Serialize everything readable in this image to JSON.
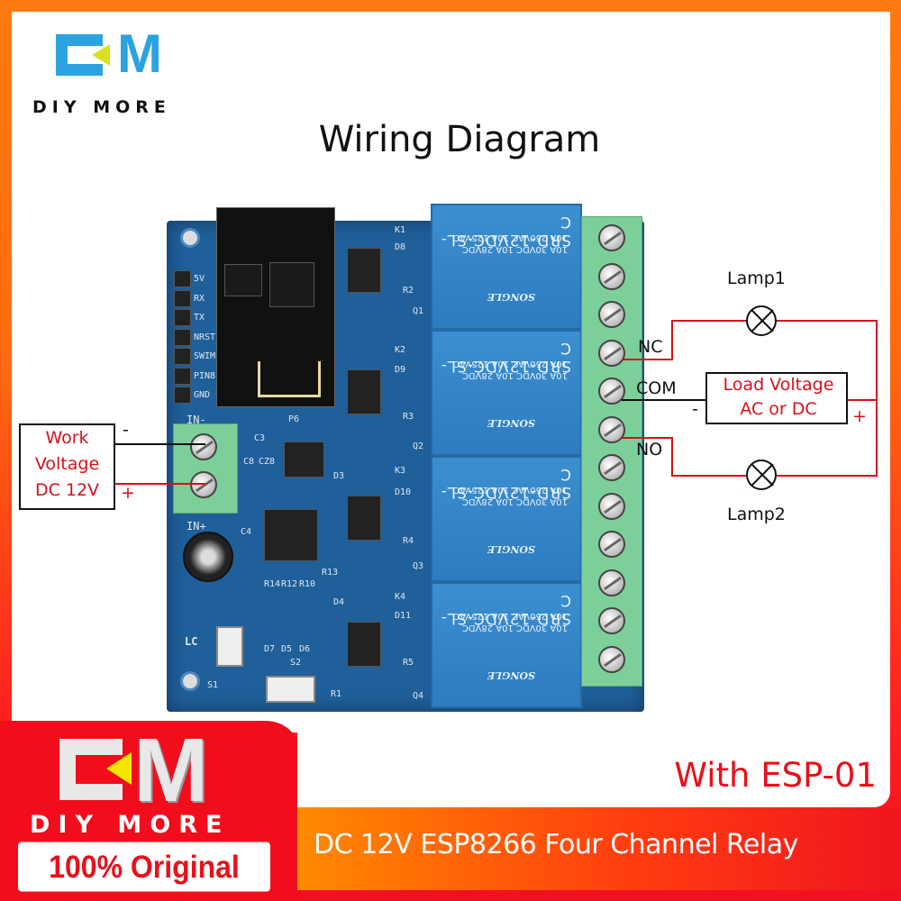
{
  "brand": {
    "logo_letters": "DM",
    "name": "DIY MORE",
    "badge": "100% Original"
  },
  "title": "Wiring Diagram",
  "wiring": {
    "lamp1": "Lamp1",
    "lamp2": "Lamp2",
    "nc": "NC",
    "com": "COM",
    "no": "NO",
    "load_line1": "Load Voltage",
    "load_line2": "AC or DC",
    "load_minus": "-",
    "load_plus": "+",
    "work_line1": "Work",
    "work_line2": "Voltage",
    "work_line3": "DC 12V",
    "work_minus": "-",
    "work_plus": "+"
  },
  "relay": {
    "model": "SRD-12VDC-SL-C",
    "rating1": "10A 250VAC 10A 125VAC",
    "rating2": "10A 30VDC 10A 28VDC",
    "maker": "SONGLE"
  },
  "board": {
    "header_pins": [
      "5V",
      "RX",
      "TX",
      "NRST",
      "SWIM",
      "PIN8",
      "GND"
    ],
    "silkscreen": {
      "k1": "K1",
      "k2": "K2",
      "k3": "K3",
      "k4": "K4",
      "d8": "D8",
      "d9": "D9",
      "d10": "D10",
      "d11": "D11",
      "q1": "Q1",
      "q2": "Q2",
      "q3": "Q3",
      "q4": "Q4",
      "r2": "R2",
      "r3": "R3",
      "r4": "R4",
      "r5": "R5",
      "p6": "P6",
      "c3": "C3",
      "c4": "C4",
      "c8": "C8",
      "cz8": "CZ8",
      "in_minus": "IN-",
      "in_plus": "IN+",
      "lc": "LC",
      "s1": "S1",
      "s2": "S2",
      "r13": "R13",
      "r14": "R14",
      "r12": "R12",
      "r10": "R10",
      "d7": "D7",
      "d5": "D5",
      "d6": "D6",
      "r1": "R1",
      "d3": "D3",
      "d4": "D4"
    }
  },
  "footer": {
    "subtitle": "With ESP-01",
    "product": "DC 12V ESP8266 Four Channel Relay"
  },
  "colors": {
    "accent_red": "#d8101a",
    "brand_blue": "#2aa3e0",
    "pcb_blue": "#1f5f9a",
    "relay_blue": "#3b8fd0",
    "terminal_green": "#7ccf98"
  }
}
